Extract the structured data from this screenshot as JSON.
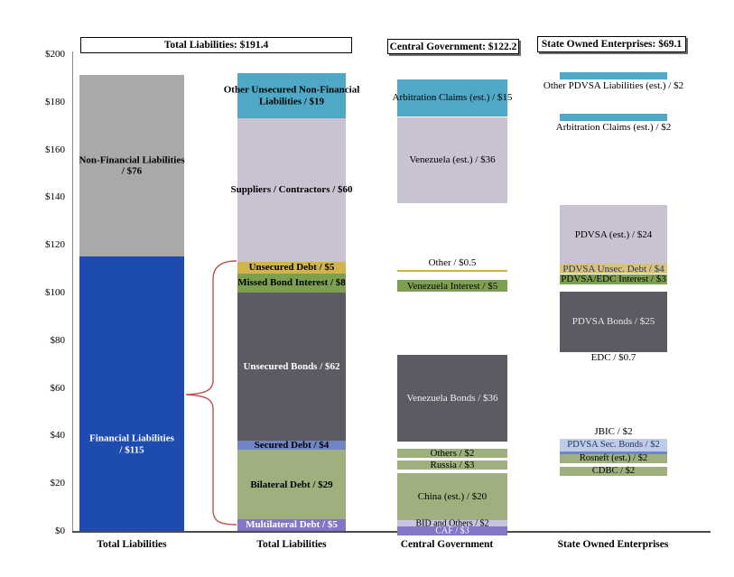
{
  "y_axis": {
    "ticks": [
      {
        "label": "$200",
        "value": 200
      },
      {
        "label": "$180",
        "value": 180
      },
      {
        "label": "$160",
        "value": 160
      },
      {
        "label": "$140",
        "value": 140
      },
      {
        "label": "$120",
        "value": 120
      },
      {
        "label": "$100",
        "value": 100
      },
      {
        "label": "$80",
        "value": 80
      },
      {
        "label": "$60",
        "value": 60
      },
      {
        "label": "$40",
        "value": 40
      },
      {
        "label": "$20",
        "value": 20
      },
      {
        "label": "$0",
        "value": 0
      }
    ]
  },
  "x_axis": {
    "labels": [
      "Total Liabilities",
      "Total Liabilities",
      "Central Government",
      "State Owned Enterprises"
    ]
  },
  "header_boxes": [
    {
      "label": "Total Liabilities: $191.4"
    },
    {
      "label": "Central Government: $122.2"
    },
    {
      "label": "State Owned Enterprises: $69.1"
    }
  ],
  "palette": {
    "royal_blue": "#1E4BB0",
    "gray": "#A9A9A9",
    "teal": "#4FA9C6",
    "lavender": "#C9C2D2",
    "gold": "#D2B44C",
    "gold_light": "#D9C27C",
    "green": "#7CA04F",
    "dark_gray": "#5E5A63",
    "periwinkle": "#7085C8",
    "sage": "#9DB07E",
    "purple": "#8376C9",
    "light_lavender": "#C9C3E2",
    "light_periwinkle": "#BFCBE9",
    "navy_text": "#1F3864",
    "light_text": "#E8E8E8",
    "brace_red": "#C0504D",
    "transparent": "transparent"
  },
  "chart_data": {
    "type": "bar",
    "stacked": true,
    "ylim": [
      0,
      200
    ],
    "grid": false,
    "legend": false,
    "geometry": {
      "baseline_y": 588,
      "top_y": 60
    },
    "columns": [
      {
        "category": "Total Liabilities",
        "total": 191.4,
        "x": {
          "left": 88,
          "width": 116
        },
        "segments": [
          {
            "label": "Financial Liabilities\n/ $115",
            "value": 115,
            "from": 0,
            "to": 115,
            "color": "royal_blue",
            "text": "#FFFFFF",
            "bold": true,
            "label_dy": 56
          },
          {
            "label": "Non-Financial Liabilities\n/ $76",
            "value": 76,
            "from": 115,
            "to": 191.4,
            "color": "gray",
            "text": "#000000",
            "bold": true
          }
        ]
      },
      {
        "category": "Total Liabilities",
        "total": 191.4,
        "x": {
          "left": 263,
          "width": 120
        },
        "segments": [
          {
            "label": "Multilateral Debt / $5",
            "value": 5,
            "from": 0,
            "to": 5,
            "color": "purple",
            "text": "#FFFFFF",
            "bold": true
          },
          {
            "label": "Bilateral Debt / $29",
            "value": 29,
            "from": 5,
            "to": 34,
            "color": "sage",
            "text": "#000000",
            "bold": true
          },
          {
            "label": "Secured Debt / $4",
            "value": 4,
            "from": 34,
            "to": 38,
            "color": "periwinkle",
            "text": "#000000",
            "bold": true
          },
          {
            "label": "Unsecured Bonds / $62",
            "value": 62,
            "from": 38,
            "to": 100,
            "color": "dark_gray",
            "text": "#FFFFFF",
            "bold": true
          },
          {
            "label": "Missed Bond Interest / $8",
            "value": 8,
            "from": 100,
            "to": 108,
            "color": "green",
            "text": "#000000",
            "bold": true
          },
          {
            "label": "Unsecured Debt / $5",
            "value": 5,
            "from": 108,
            "to": 113,
            "color": "gold",
            "text": "#000000",
            "bold": true
          },
          {
            "label": "Suppliers / Contractors / $60",
            "value": 60,
            "from": 113,
            "to": 173,
            "color": "lavender",
            "text": "#000000",
            "bold": true
          },
          {
            "label": "Other Unsecured Non-Financial Liabilities / $19",
            "value": 19,
            "from": 173,
            "to": 192,
            "color": "teal",
            "text": "#000000",
            "bold": true
          }
        ]
      },
      {
        "category": "Central Government",
        "total": 122.2,
        "x": {
          "left": 440,
          "width": 122
        },
        "segments": [
          {
            "label": "Arbitration Claims (est.) / $15",
            "value": 15,
            "from": 174,
            "to": 189.5,
            "color": "teal",
            "text": "#000000"
          },
          {
            "label": "Venezuela (est.) / $36",
            "value": 36,
            "from": 137.5,
            "to": 173.5,
            "color": "lavender",
            "text": "#000000"
          },
          {
            "label": "Other / $0.5",
            "value": 0.5,
            "from": 108.6,
            "to": 109.6,
            "color": "gold",
            "text": "#000000",
            "label_pos": "above"
          },
          {
            "label": "Venezuela Interest / $5",
            "value": 5,
            "from": 100.3,
            "to": 105.3,
            "color": "green",
            "text": "#000000"
          },
          {
            "label": "Venezuela Bonds / $36",
            "value": 36,
            "from": 37.5,
            "to": 74,
            "color": "dark_gray",
            "text": "#EFEFEF"
          },
          {
            "label": "Others / $2",
            "value": 2,
            "from": 30.7,
            "to": 34.5,
            "color": "sage",
            "text": "#000000"
          },
          {
            "label": "Russia / $3",
            "value": 3,
            "from": 25.8,
            "to": 29.5,
            "color": "sage",
            "text": "#000000"
          },
          {
            "label": "China (est.) / $20",
            "value": 20,
            "from": 4.6,
            "to": 24.2,
            "color": "sage",
            "text": "#000000"
          },
          {
            "label": "BID and Others / $2",
            "value": 2,
            "from": 1.8,
            "to": 4.6,
            "color": "light_lavender",
            "text": "#000000",
            "font_size": 10
          },
          {
            "label": "CAF / $3",
            "value": 3,
            "from": -2,
            "to": 1.8,
            "color": "purple",
            "text": "#FFFFFF",
            "font_size": 10
          }
        ]
      },
      {
        "category": "State Owned Enterprises",
        "total": 69.1,
        "x": {
          "left": 620,
          "width": 119
        },
        "segments": [
          {
            "label": "Other PDVSA Liabilities  (est.) / $2",
            "value": 2,
            "from": 189.5,
            "to": 192.3,
            "color": "teal",
            "text": "#000000",
            "label_pos": "below",
            "label_width": 168
          },
          {
            "label": "Arbitration Claims (est.) / $2",
            "value": 2,
            "from": 172,
            "to": 175,
            "color": "teal",
            "text": "#000000",
            "label_pos": "below",
            "label_width": 168
          },
          {
            "label": "PDVSA (est.) / $24",
            "value": 24,
            "from": 112,
            "to": 136.7,
            "color": "lavender",
            "text": "#000000"
          },
          {
            "label": "PDVSA Unsec. Debt / $4",
            "value": 4,
            "from": 108,
            "to": 112,
            "color": "gold_light",
            "text": "#1F3864"
          },
          {
            "label": "PDVSA/EDC Interest / $3",
            "value": 3,
            "from": 103.4,
            "to": 107.6,
            "color": "green",
            "text": "#000000"
          },
          {
            "label": "PDVSA Bonds / $25",
            "value": 25,
            "from": 75,
            "to": 100.4,
            "color": "dark_gray",
            "text": "#E8E8E8"
          },
          {
            "label": "EDC / $0.7",
            "value": 0.7,
            "from": 71,
            "to": 74.5,
            "color": "transparent",
            "text": "#000000"
          },
          {
            "label": "JBIC / $2",
            "value": 2,
            "from": 40,
            "to": 43.5,
            "color": "transparent",
            "text": "#000000"
          },
          {
            "label": "PDVSA Sec. Bonds / $2",
            "value": 2,
            "from": 33.3,
            "to": 38.6,
            "color": "light_periwinkle",
            "text": "#1F3864",
            "font_size": 10.5,
            "border_bottom": "#7085C8"
          },
          {
            "label": "Rosneft (est.) / $2",
            "value": 2,
            "from": 28.4,
            "to": 32.2,
            "color": "sage",
            "text": "#000000",
            "font_size": 10.5
          },
          {
            "label": "CDBC / $2",
            "value": 2,
            "from": 23.1,
            "to": 26.9,
            "color": "sage",
            "text": "#000000",
            "font_size": 10.5
          }
        ]
      }
    ],
    "annotations": {
      "brace": {
        "links": "Financial Liabilities / $115",
        "points_to_column": 1,
        "color": "brace_red"
      }
    }
  }
}
